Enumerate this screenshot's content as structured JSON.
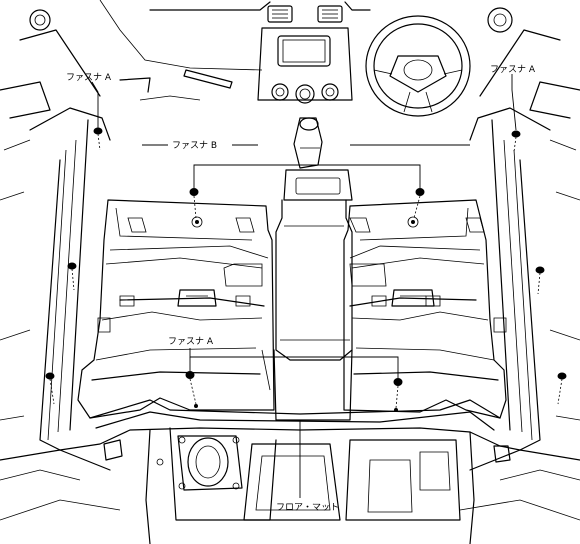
{
  "labels": {
    "fastener_a_top_left": "ファスナ A",
    "fastener_a_top_right": "ファスナ A",
    "fastener_b": "ファスナ B",
    "fastener_a_center": "ファスナ A",
    "floor_mat": "フロア・マット"
  }
}
